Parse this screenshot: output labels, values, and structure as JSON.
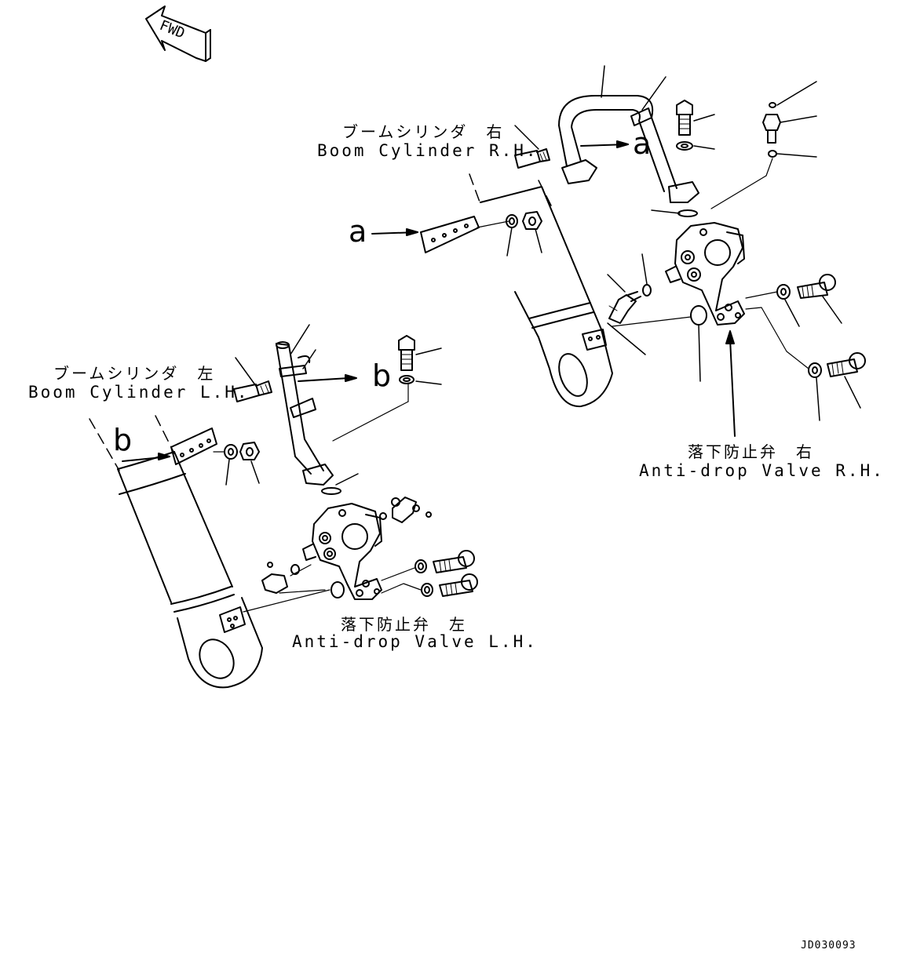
{
  "fwd_marker": {
    "text": "FWD"
  },
  "boom_cylinder_rh": {
    "jp": "ブームシリンダ　右",
    "en": "Boom Cylinder R.H."
  },
  "boom_cylinder_lh": {
    "jp": "ブームシリンダ　左",
    "en": "Boom Cylinder L.H."
  },
  "anti_drop_valve_rh": {
    "jp": "落下防止弁　右",
    "en": "Anti-drop Valve R.H."
  },
  "anti_drop_valve_lh": {
    "jp": "落下防止弁　左",
    "en": "Anti-drop Valve L.H."
  },
  "callouts": {
    "a_upper": "a",
    "a_left": "a",
    "b_upper": "b",
    "b_left": "b"
  },
  "drawing_code": "JD030093"
}
